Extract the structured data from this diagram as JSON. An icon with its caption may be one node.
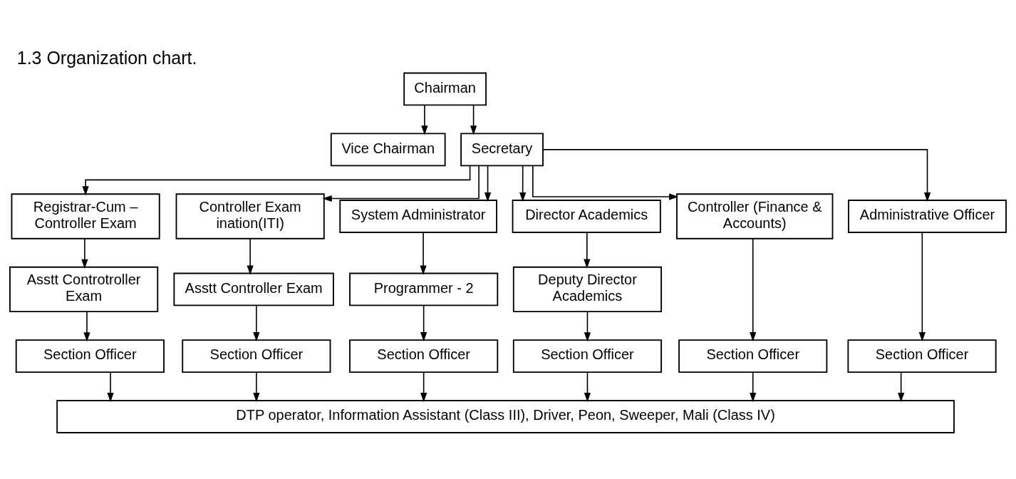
{
  "diagram": {
    "title": "1.3 Organization chart.",
    "nodes": [
      {
        "text": [
          "Chairman"
        ]
      },
      {
        "text": [
          "Vice Chairman"
        ]
      },
      {
        "text": [
          "Secretary"
        ]
      },
      {
        "text": [
          "Registrar-Cum – Controller Exam"
        ]
      },
      {
        "text": [
          "Controller Exam ination(ITI)"
        ]
      },
      {
        "text": [
          "System Administrator"
        ]
      },
      {
        "text": [
          "Director Academics"
        ]
      },
      {
        "text": [
          "Controller (Finance & Accounts)"
        ]
      },
      {
        "text": [
          "Administrative Officer"
        ]
      },
      {
        "text": [
          "Asstt Controtroller Exam"
        ]
      },
      {
        "text": [
          "Asstt Controller Exam"
        ]
      },
      {
        "text": [
          "Programmer - 2"
        ]
      },
      {
        "text": [
          "Deputy Director Academics"
        ]
      },
      {
        "text": [
          "Section Officer"
        ]
      },
      {
        "text": [
          "Section Officer"
        ]
      },
      {
        "text": [
          "Section Officer"
        ]
      },
      {
        "text": [
          "Section Officer"
        ]
      },
      {
        "text": [
          "Section Officer"
        ]
      },
      {
        "text": [
          "Section Officer"
        ]
      },
      {
        "text": [
          "DTP operator, Information Assistant (Class III), Driver, Peon, Sweeper, Mali (Class IV)"
        ]
      }
    ],
    "edges": [
      {
        "from": 0,
        "to": 1,
        "arrow": "to"
      },
      {
        "from": 0,
        "to": 2,
        "arrow": "to"
      },
      {
        "from": 2,
        "to": 3,
        "arrow": "to"
      },
      {
        "from": 2,
        "to": 4,
        "arrow": "to"
      },
      {
        "from": 2,
        "to": 5,
        "arrow": "to"
      },
      {
        "from": 2,
        "to": 6,
        "arrow": "to"
      },
      {
        "from": 2,
        "to": 7,
        "arrow": "to"
      },
      {
        "from": 2,
        "to": 8,
        "arrow": "to"
      },
      {
        "from": 3,
        "to": 9,
        "arrow": "to"
      },
      {
        "from": 4,
        "to": 10,
        "arrow": "to"
      },
      {
        "from": 5,
        "to": 11,
        "arrow": "to"
      },
      {
        "from": 6,
        "to": 12,
        "arrow": "to"
      },
      {
        "from": 9,
        "to": 13,
        "arrow": "to"
      },
      {
        "from": 10,
        "to": 14,
        "arrow": "to"
      },
      {
        "from": 11,
        "to": 15,
        "arrow": "to"
      },
      {
        "from": 12,
        "to": 16,
        "arrow": "to"
      },
      {
        "from": 7,
        "to": 17,
        "arrow": "to"
      },
      {
        "from": 8,
        "to": 18,
        "arrow": "to"
      },
      {
        "from": 13,
        "to": 19,
        "arrow": "to"
      },
      {
        "from": 14,
        "to": 19,
        "arrow": "to"
      },
      {
        "from": 15,
        "to": 19,
        "arrow": "to"
      },
      {
        "from": 16,
        "to": 19,
        "arrow": "to"
      },
      {
        "from": 17,
        "to": 19,
        "arrow": "to"
      },
      {
        "from": 18,
        "to": 19,
        "arrow": "to"
      }
    ]
  }
}
